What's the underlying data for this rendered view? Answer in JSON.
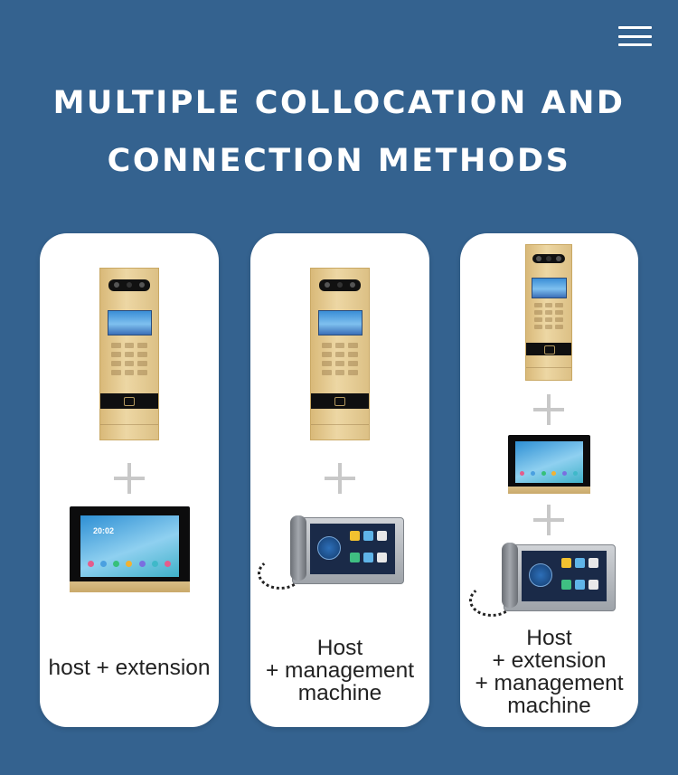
{
  "header": {
    "title_line1": "MULTIPLE COLLOCATION AND",
    "title_line2": "CONNECTION METHODS"
  },
  "colors": {
    "background": "#34628f",
    "card": "#ffffff",
    "text": "#222222"
  },
  "icons": {
    "menu": "hamburger-menu-icon",
    "plus": "plus-icon"
  },
  "cards": [
    {
      "label_lines": [
        "host + extension"
      ]
    },
    {
      "label_lines": [
        "Host",
        "+ management",
        "machine"
      ]
    },
    {
      "label_lines": [
        "Host",
        "+ extension",
        "+ management",
        "machine"
      ]
    }
  ],
  "monitor_time": "20:02"
}
